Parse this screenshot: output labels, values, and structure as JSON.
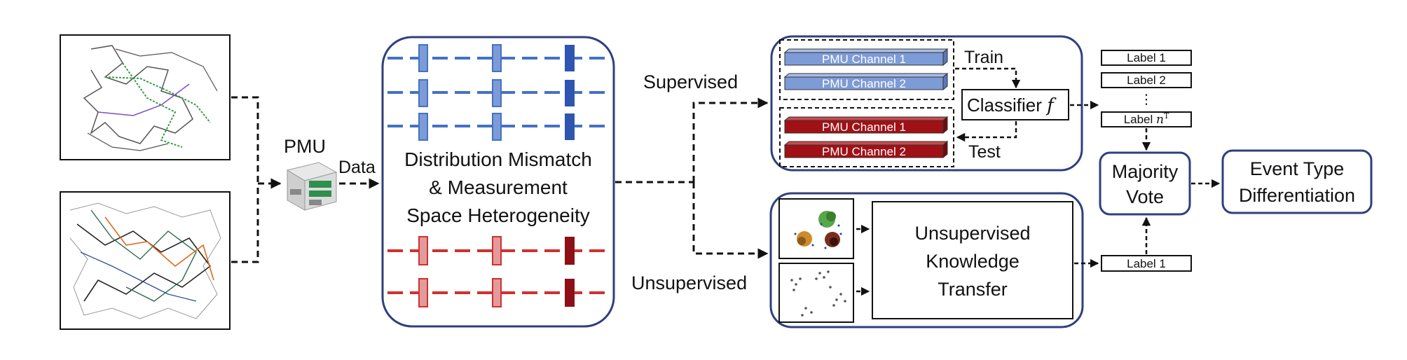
{
  "pmu": {
    "label": "PMU",
    "data_label": "Data"
  },
  "center_box": {
    "line1": "Distribution Mismatch",
    "line2": "& Measurement",
    "line3": "Space Heterogeneity"
  },
  "branches": {
    "supervised": "Supervised",
    "unsupervised": "Unsupervised"
  },
  "supervised_panel": {
    "train_label": "Train",
    "test_label": "Test",
    "classifier_label": "Classifier",
    "classifier_symbol": "f",
    "train_channels": [
      "PMU Channel 1",
      "PMU Channel 2"
    ],
    "test_channels": [
      "PMU Channel 1",
      "PMU Channel 2"
    ]
  },
  "labels": {
    "label1": "Label 1",
    "label2": "Label 2",
    "ellipsis": "⋮",
    "labeln_prefix": "Label ",
    "labeln_var": "n",
    "labeln_sup": "T",
    "unsup_label": "Label 1"
  },
  "unsupervised_panel": {
    "line1": "Unsupervised",
    "line2": "Knowledge",
    "line3": "Transfer"
  },
  "majority_vote": {
    "line1": "Majority",
    "line2": "Vote"
  },
  "event_type": {
    "line1": "Event Type",
    "line2": "Differentiation"
  },
  "colors": {
    "panel_border": "#2f3f7f",
    "blue_dash": "#4472c4",
    "red_dash": "#d03030",
    "train_bar": "#7d9bd6",
    "test_bar": "#a01015",
    "dark_blue": "#2e55b0",
    "dark_red": "#8e0f16"
  }
}
